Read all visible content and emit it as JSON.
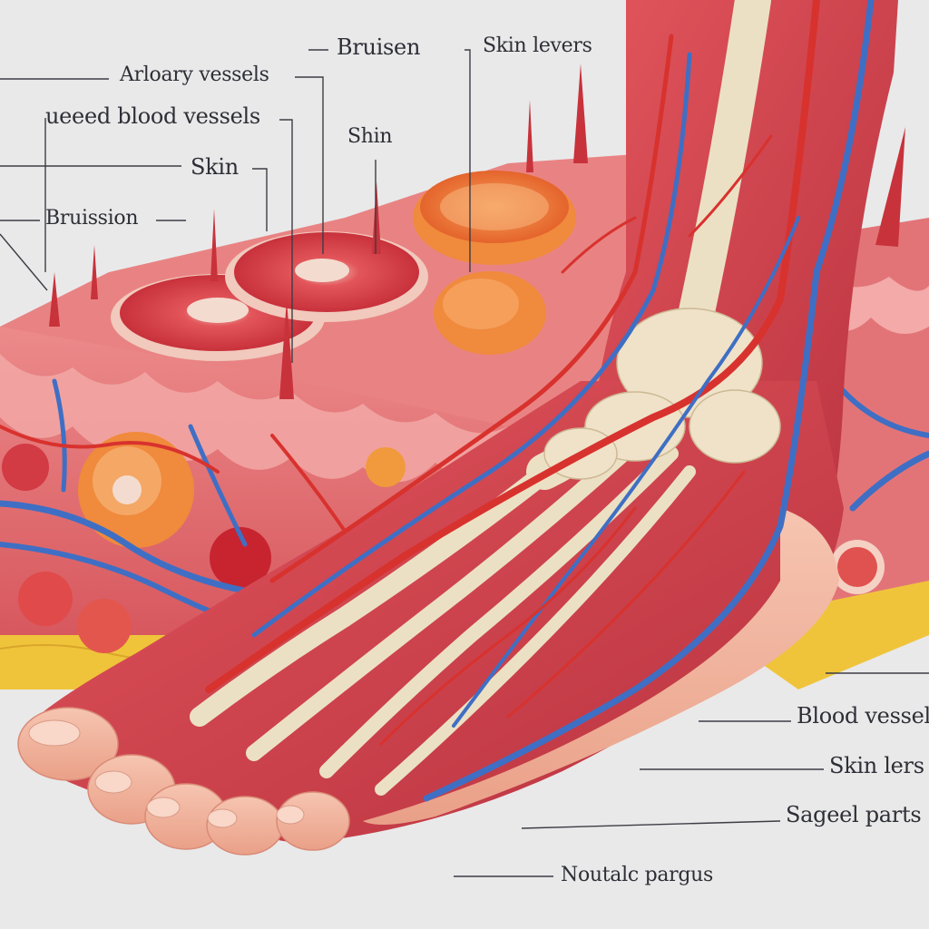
{
  "labels": {
    "bruisen": "Bruisen",
    "skin_levers": "Skin levers",
    "arloary_vessels": "Arloary vessels",
    "used_blood_vessels": "ueeed blood vessels",
    "shin": "Shin",
    "skin": "Skin",
    "bruission": "Bruission",
    "blood_vessels": "Blood vessels",
    "skin_lers": "Skin lers",
    "sageel_parts": "Sageel parts",
    "noutalc_pargus": "Noutalc pargus"
  },
  "colors": {
    "background": "#e9e9ea",
    "dermis": "#e4787a",
    "muscle": "#c8414d",
    "artery": "#d8322e",
    "vein": "#3f6fc4",
    "fat": "#f0c53a",
    "tendon": "#ece0c4",
    "skin_tone": "#f3b7a2"
  }
}
